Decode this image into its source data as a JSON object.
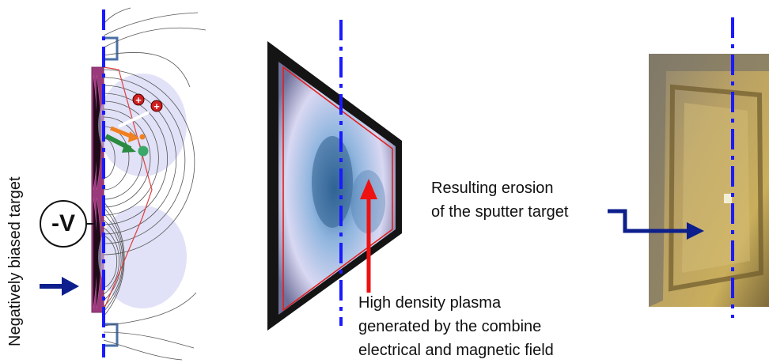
{
  "labels": {
    "target": "Negatively biased target",
    "voltage": "-V",
    "erosion": [
      "Resulting  erosion",
      "of the sputter target"
    ],
    "plasma": [
      "High density plasma",
      "generated by the combine",
      "electrical and magnetic field"
    ]
  },
  "colors": {
    "axis": "#1a1aff",
    "arrow_dark": "#0c1f8c",
    "plasma_arrow": "#ee1111",
    "target_fill": "#9a3a7c",
    "plate_gold": "#b39a52"
  }
}
